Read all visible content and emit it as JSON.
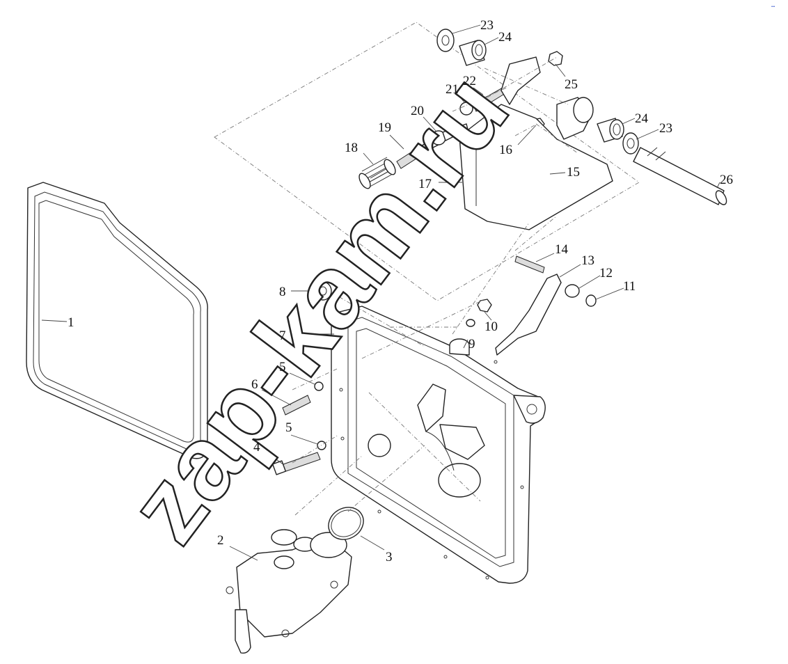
{
  "watermark": "zap-kam.ru",
  "corner_mark": "•••",
  "callouts": [
    {
      "id": "c1",
      "label": "1"
    },
    {
      "id": "c2",
      "label": "2"
    },
    {
      "id": "c3",
      "label": "3"
    },
    {
      "id": "c4",
      "label": "4"
    },
    {
      "id": "c5a",
      "label": "5"
    },
    {
      "id": "c5b",
      "label": "5"
    },
    {
      "id": "c6",
      "label": "6"
    },
    {
      "id": "c7",
      "label": "7"
    },
    {
      "id": "c8",
      "label": "8"
    },
    {
      "id": "c9",
      "label": "9"
    },
    {
      "id": "c10",
      "label": "10"
    },
    {
      "id": "c11",
      "label": "11"
    },
    {
      "id": "c12",
      "label": "12"
    },
    {
      "id": "c13",
      "label": "13"
    },
    {
      "id": "c14",
      "label": "14"
    },
    {
      "id": "c15",
      "label": "15"
    },
    {
      "id": "c16",
      "label": "16"
    },
    {
      "id": "c17",
      "label": "17"
    },
    {
      "id": "c18",
      "label": "18"
    },
    {
      "id": "c19",
      "label": "19"
    },
    {
      "id": "c20",
      "label": "20"
    },
    {
      "id": "c21",
      "label": "21"
    },
    {
      "id": "c22",
      "label": "22"
    },
    {
      "id": "c23a",
      "label": "23"
    },
    {
      "id": "c23b",
      "label": "23"
    },
    {
      "id": "c24a",
      "label": "24"
    },
    {
      "id": "c24b",
      "label": "24"
    },
    {
      "id": "c25",
      "label": "25"
    },
    {
      "id": "c26",
      "label": "26"
    }
  ]
}
